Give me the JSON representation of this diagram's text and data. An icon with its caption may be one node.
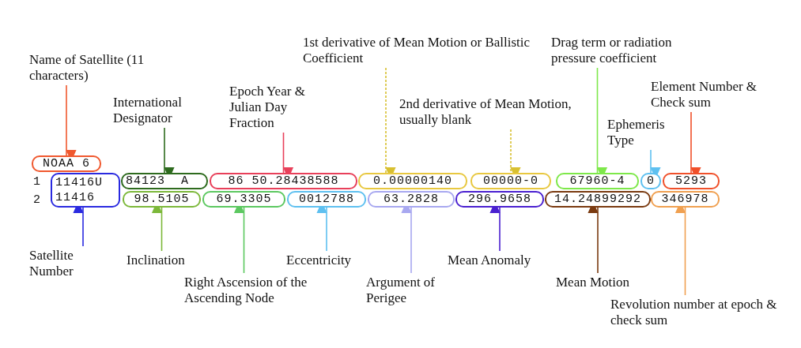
{
  "diagram": {
    "nodes": [
      {
        "text": [
          "1st derivative of Mean Motion or Ballistic Coefficient"
        ]
      },
      {
        "text": [
          "Drag term or radiation pressure coefficient"
        ]
      },
      {
        "text": [
          "Name of Satellite (11 characters)"
        ]
      },
      {
        "text": [
          "Element Number & Check sum"
        ]
      },
      {
        "text": [
          "Epoch Year & Julian Day Fraction"
        ]
      },
      {
        "text": [
          "International Designator"
        ]
      },
      {
        "text": [
          "2nd derivative of Mean Motion, usually blank"
        ]
      },
      {
        "text": [
          "Ephemeris Type"
        ]
      },
      {
        "text": [
          "NOAA 6"
        ]
      },
      {
        "text": [
          "11416U",
          "11416"
        ]
      },
      {
        "text": [
          "84123  A"
        ]
      },
      {
        "text": [
          "86 50.28438588"
        ]
      },
      {
        "text": [
          "0.00000140"
        ]
      },
      {
        "text": [
          "00000-0"
        ]
      },
      {
        "text": [
          "67960-4"
        ]
      },
      {
        "text": [
          "0"
        ]
      },
      {
        "text": [
          "5293"
        ]
      },
      {
        "text": [
          "98.5105"
        ]
      },
      {
        "text": [
          "69.3305"
        ]
      },
      {
        "text": [
          "0012788"
        ]
      },
      {
        "text": [
          "63.2828"
        ]
      },
      {
        "text": [
          "296.9658"
        ]
      },
      {
        "text": [
          "14.24899292"
        ]
      },
      {
        "text": [
          "346978"
        ]
      },
      {
        "text": [
          "Satellite Number"
        ]
      },
      {
        "text": [
          "Inclination"
        ]
      },
      {
        "text": [
          "Eccentricity"
        ]
      },
      {
        "text": [
          "Mean Anomaly"
        ]
      },
      {
        "text": [
          "Right Ascension of the Ascending Node"
        ]
      },
      {
        "text": [
          "Argument of Perigee"
        ]
      },
      {
        "text": [
          "Mean Motion"
        ]
      },
      {
        "text": [
          "Revolution number at epoch & check sum"
        ]
      }
    ],
    "edges": [
      {
        "from": 0,
        "to": 12,
        "arrow": "to",
        "style": "dashed",
        "color": "#d8c030"
      },
      {
        "from": 1,
        "to": 14,
        "arrow": "to",
        "color": "#7ee84a"
      },
      {
        "from": 2,
        "to": 8,
        "arrow": "to",
        "color": "#f0582e"
      },
      {
        "from": 3,
        "to": 16,
        "arrow": "to",
        "color": "#f0502a"
      },
      {
        "from": 4,
        "to": 11,
        "arrow": "to",
        "color": "#e8405a"
      },
      {
        "from": 5,
        "to": 10,
        "arrow": "to",
        "color": "#2e6b1e"
      },
      {
        "from": 6,
        "to": 13,
        "arrow": "to",
        "style": "dashed",
        "color": "#d8c030"
      },
      {
        "from": 7,
        "to": 15,
        "arrow": "to",
        "color": "#5ec0f0"
      },
      {
        "from": 24,
        "to": 9,
        "arrow": "to",
        "color": "#2a2ae0"
      },
      {
        "from": 25,
        "to": 17,
        "arrow": "to",
        "color": "#7cb83a"
      },
      {
        "from": 28,
        "to": 18,
        "arrow": "to",
        "color": "#5cc860"
      },
      {
        "from": 26,
        "to": 19,
        "arrow": "to",
        "color": "#5ec0f0"
      },
      {
        "from": 29,
        "to": 20,
        "arrow": "to",
        "color": "#a8a8f0"
      },
      {
        "from": 27,
        "to": 21,
        "arrow": "to",
        "color": "#4a20d0"
      },
      {
        "from": 30,
        "to": 22,
        "arrow": "to",
        "color": "#7a3a10"
      },
      {
        "from": 31,
        "to": 23,
        "arrow": "to",
        "color": "#f0a050"
      }
    ],
    "labels": [
      "1",
      "2"
    ]
  }
}
